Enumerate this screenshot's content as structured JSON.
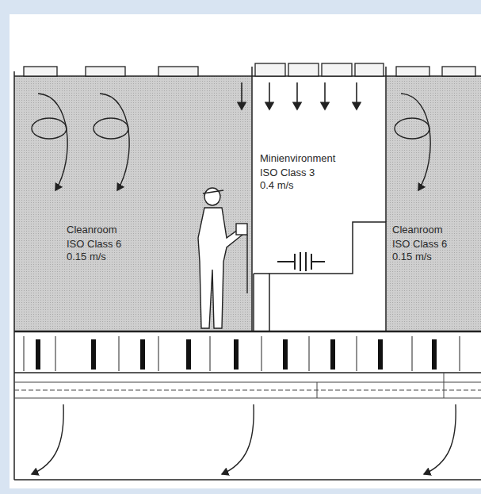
{
  "diagram": {
    "nodes": [
      {
        "text": [
          "Cleanroom",
          "ISO Class 6 0.15 m/s"
        ]
      },
      {
        "text": [
          "Minienvironment",
          "ISO Class 3 0.4 m/s"
        ]
      },
      {
        "text": [
          "Cleanroom",
          "ISO Class 6 0.15 m/s"
        ]
      }
    ]
  }
}
